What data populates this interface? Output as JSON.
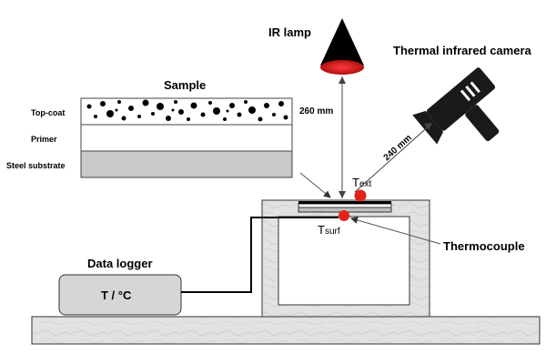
{
  "labels": {
    "ir_lamp": "IR lamp",
    "camera": "Thermal infrared camera",
    "sample": "Sample",
    "topcoat": "Top-coat",
    "primer": "Primer",
    "substrate": "Steel substrate",
    "dist_lamp": "260 mm",
    "dist_camera": "240 mm",
    "t_ext_main": "T",
    "t_ext_sub": "ext",
    "t_surf_main": "T",
    "t_surf_sub": "surf",
    "thermocouple": "Thermocouple",
    "logger": "Data logger",
    "logger_display": "T / °C"
  },
  "colors": {
    "marker": "#e3211c",
    "lamp_glow": "#d41a1a",
    "substrate_fill": "#c9c9c9",
    "stone_fill": "#dcdcdc",
    "logger_fill": "#d6d6d6"
  }
}
